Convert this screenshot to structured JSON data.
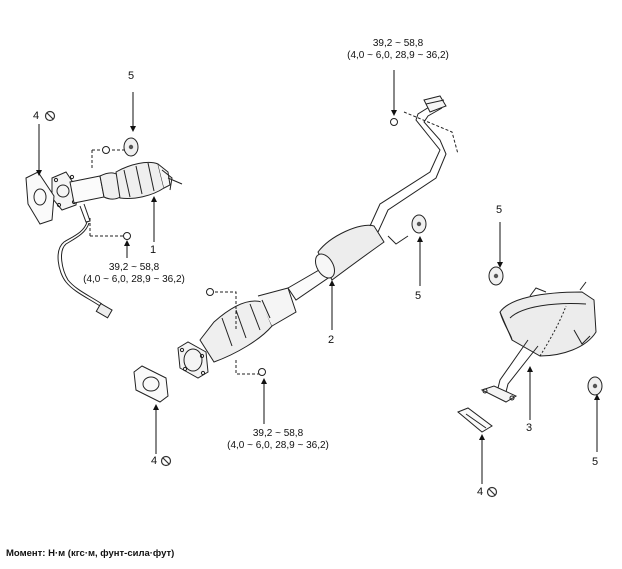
{
  "labels": {
    "p1": "1",
    "p2": "2",
    "p3": "3",
    "p4_left": "4",
    "p4_mid": "4",
    "p4_right": "4",
    "p5_top_left": "5",
    "p5_center": "5",
    "p5_right_top": "5",
    "p5_right_bottom": "5"
  },
  "torque": {
    "left": {
      "nm": "39,2 ~ 58,8",
      "alt": "(4,0 ~ 6,0,  28,9 ~ 36,2)"
    },
    "top": {
      "nm": "39,2 ~ 58,8",
      "alt": "(4,0 ~ 6,0,  28,9 ~ 36,2)"
    },
    "bottom": {
      "nm": "39,2 ~ 58,8",
      "alt": "(4,0 ~ 6,0,  28,9 ~ 36,2)"
    }
  },
  "footnote": "Момент: Н·м (кгс·м, фунт-сила·фут)",
  "icons": [
    "no-reuse-icon",
    "arrow-icon",
    "nut-icon",
    "rubber-hanger-icon",
    "gasket-icon"
  ]
}
